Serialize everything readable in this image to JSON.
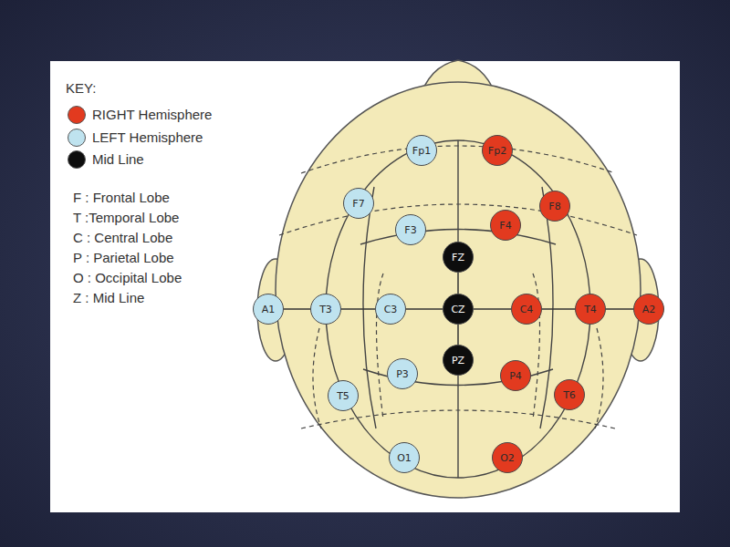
{
  "diagram": {
    "nodes": [
      {
        "text": [
          "Fp1"
        ]
      },
      {
        "text": [
          "Fp2"
        ]
      },
      {
        "text": [
          "F7"
        ]
      },
      {
        "text": [
          "F3"
        ]
      },
      {
        "text": [
          "FZ"
        ]
      },
      {
        "text": [
          "F4"
        ]
      },
      {
        "text": [
          "F8"
        ]
      },
      {
        "text": [
          "A1"
        ]
      },
      {
        "text": [
          "T3"
        ]
      },
      {
        "text": [
          "C3"
        ]
      },
      {
        "text": [
          "CZ"
        ]
      },
      {
        "text": [
          "C4"
        ]
      },
      {
        "text": [
          "T4"
        ]
      },
      {
        "text": [
          "A2"
        ]
      },
      {
        "text": [
          "T5"
        ]
      },
      {
        "text": [
          "P3"
        ]
      },
      {
        "text": [
          "PZ"
        ]
      },
      {
        "text": [
          "P4"
        ]
      },
      {
        "text": [
          "T6"
        ]
      },
      {
        "text": [
          "O1"
        ]
      },
      {
        "text": [
          "O2"
        ]
      }
    ],
    "edges": [
      {
        "from": 7,
        "to": 8,
        "arrow": "none"
      },
      {
        "from": 8,
        "to": 9,
        "arrow": "none"
      },
      {
        "from": 9,
        "to": 10,
        "arrow": "none"
      },
      {
        "from": 10,
        "to": 11,
        "arrow": "none"
      },
      {
        "from": 11,
        "to": 12,
        "arrow": "none"
      },
      {
        "from": 12,
        "to": 13,
        "arrow": "none"
      },
      {
        "from": 4,
        "to": 10,
        "arrow": "none"
      },
      {
        "from": 10,
        "to": 16,
        "arrow": "none"
      }
    ],
    "labels": [
      "KEY:",
      "F : Frontal Lobe",
      "T :Temporal Lobe",
      "C : Central Lobe",
      "P : Parietal Lobe",
      "O : Occipital Lobe",
      "Z : Mid Line"
    ],
    "legend": [
      {
        "text": "RIGHT Hemisphere",
        "color": "#e23a1f"
      },
      {
        "text": "LEFT Hemisphere",
        "color": "#bfe3ef"
      },
      {
        "text": "Mid Line",
        "color": "#0d0d0d"
      }
    ]
  }
}
